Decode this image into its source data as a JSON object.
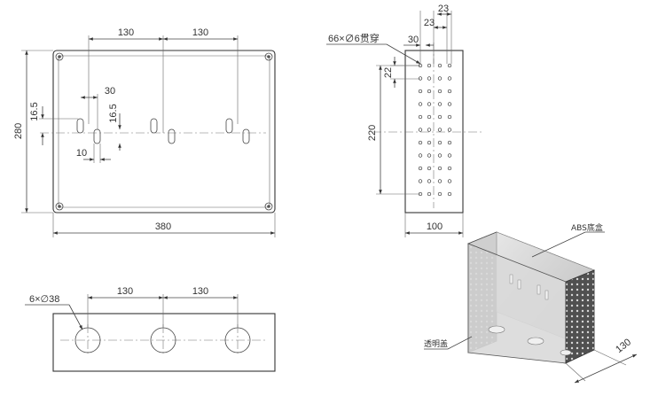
{
  "front_view": {
    "overall_width": "380",
    "overall_height": "280",
    "spacing_a": "130",
    "spacing_b": "130",
    "slot_offset": "30",
    "slot_height_left": "16.5",
    "slot_height_right": "16.5",
    "slot_width": "10"
  },
  "side_view": {
    "hole_callout": "66×∅6贯穿",
    "col_spacing_1": "30",
    "col_spacing_2": "23",
    "col_spacing_3": "23",
    "row_spacing": "22",
    "hole_span": "220",
    "width": "100"
  },
  "bottom_view": {
    "hole_callout": "6×∅38",
    "spacing_a": "130",
    "spacing_b": "130"
  },
  "iso_view": {
    "label_base": "ABS底盒",
    "label_cover": "透明盖",
    "depth": "130"
  }
}
